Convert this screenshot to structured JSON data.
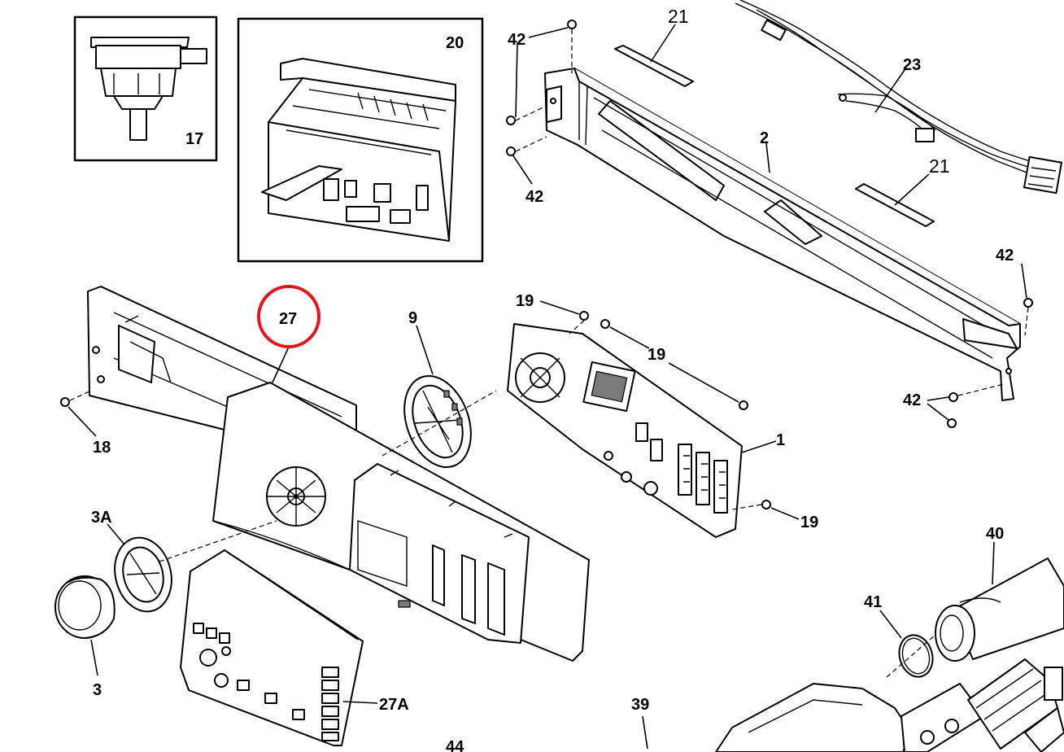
{
  "callouts": {
    "p17": "17",
    "p20": "20",
    "p21a": "21",
    "p21b": "21",
    "p23": "23",
    "p2": "2",
    "p42a": "42",
    "p42b": "42",
    "p42c": "42",
    "p42d": "42",
    "p27": "27",
    "p9": "9",
    "p19a": "19",
    "p19b": "19",
    "p19c": "19",
    "p1": "1",
    "p18": "18",
    "p3A": "3A",
    "p3": "3",
    "p27A": "27A",
    "p40": "40",
    "p41": "41",
    "p39": "39",
    "p44": "44"
  },
  "highlight": {
    "part": "27",
    "color": "#e8141b"
  }
}
